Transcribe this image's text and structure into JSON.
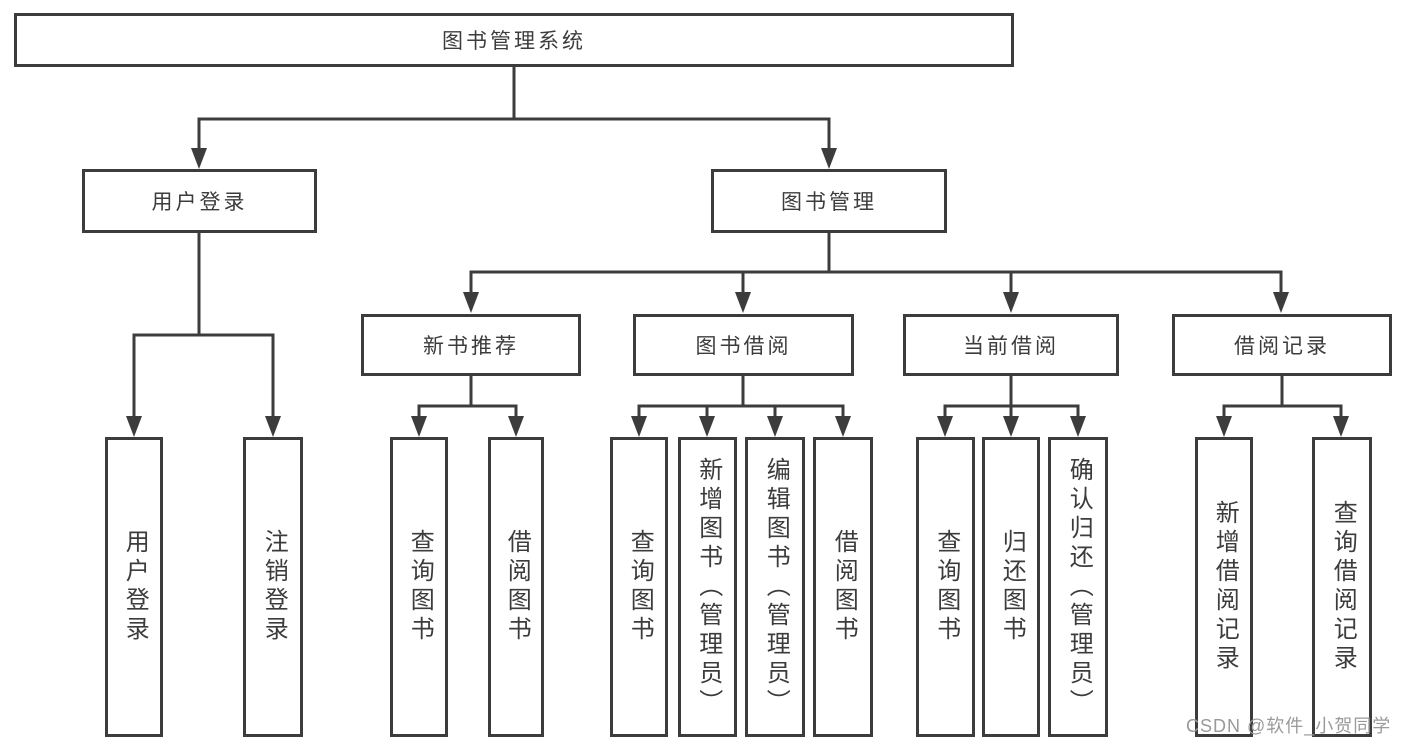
{
  "diagram": {
    "root": {
      "label": "图书管理系统"
    },
    "user_branch": {
      "label": "用户登录",
      "children": [
        {
          "label": "用户登录"
        },
        {
          "label": "注销登录"
        }
      ]
    },
    "mgmt_branch": {
      "label": "图书管理",
      "sections": [
        {
          "label": "新书推荐",
          "children": [
            {
              "label": "查询图书"
            },
            {
              "label": "借阅图书"
            }
          ]
        },
        {
          "label": "图书借阅",
          "children": [
            {
              "label": "查询图书"
            },
            {
              "label": "新增图书（管理员）"
            },
            {
              "label": "编辑图书（管理员）"
            },
            {
              "label": "借阅图书"
            }
          ]
        },
        {
          "label": "当前借阅",
          "children": [
            {
              "label": "查询图书"
            },
            {
              "label": "归还图书"
            },
            {
              "label": "确认归还（管理员）"
            }
          ]
        },
        {
          "label": "借阅记录",
          "children": [
            {
              "label": "新增借阅记录"
            },
            {
              "label": "查询借阅记录"
            }
          ]
        }
      ]
    }
  },
  "watermark": {
    "text": "CSDN @软件_小贺同学"
  },
  "colors": {
    "line": "#3c3c3c",
    "text": "#3c3c3c",
    "background": "#ffffff",
    "watermark": "#9a9a9a"
  }
}
